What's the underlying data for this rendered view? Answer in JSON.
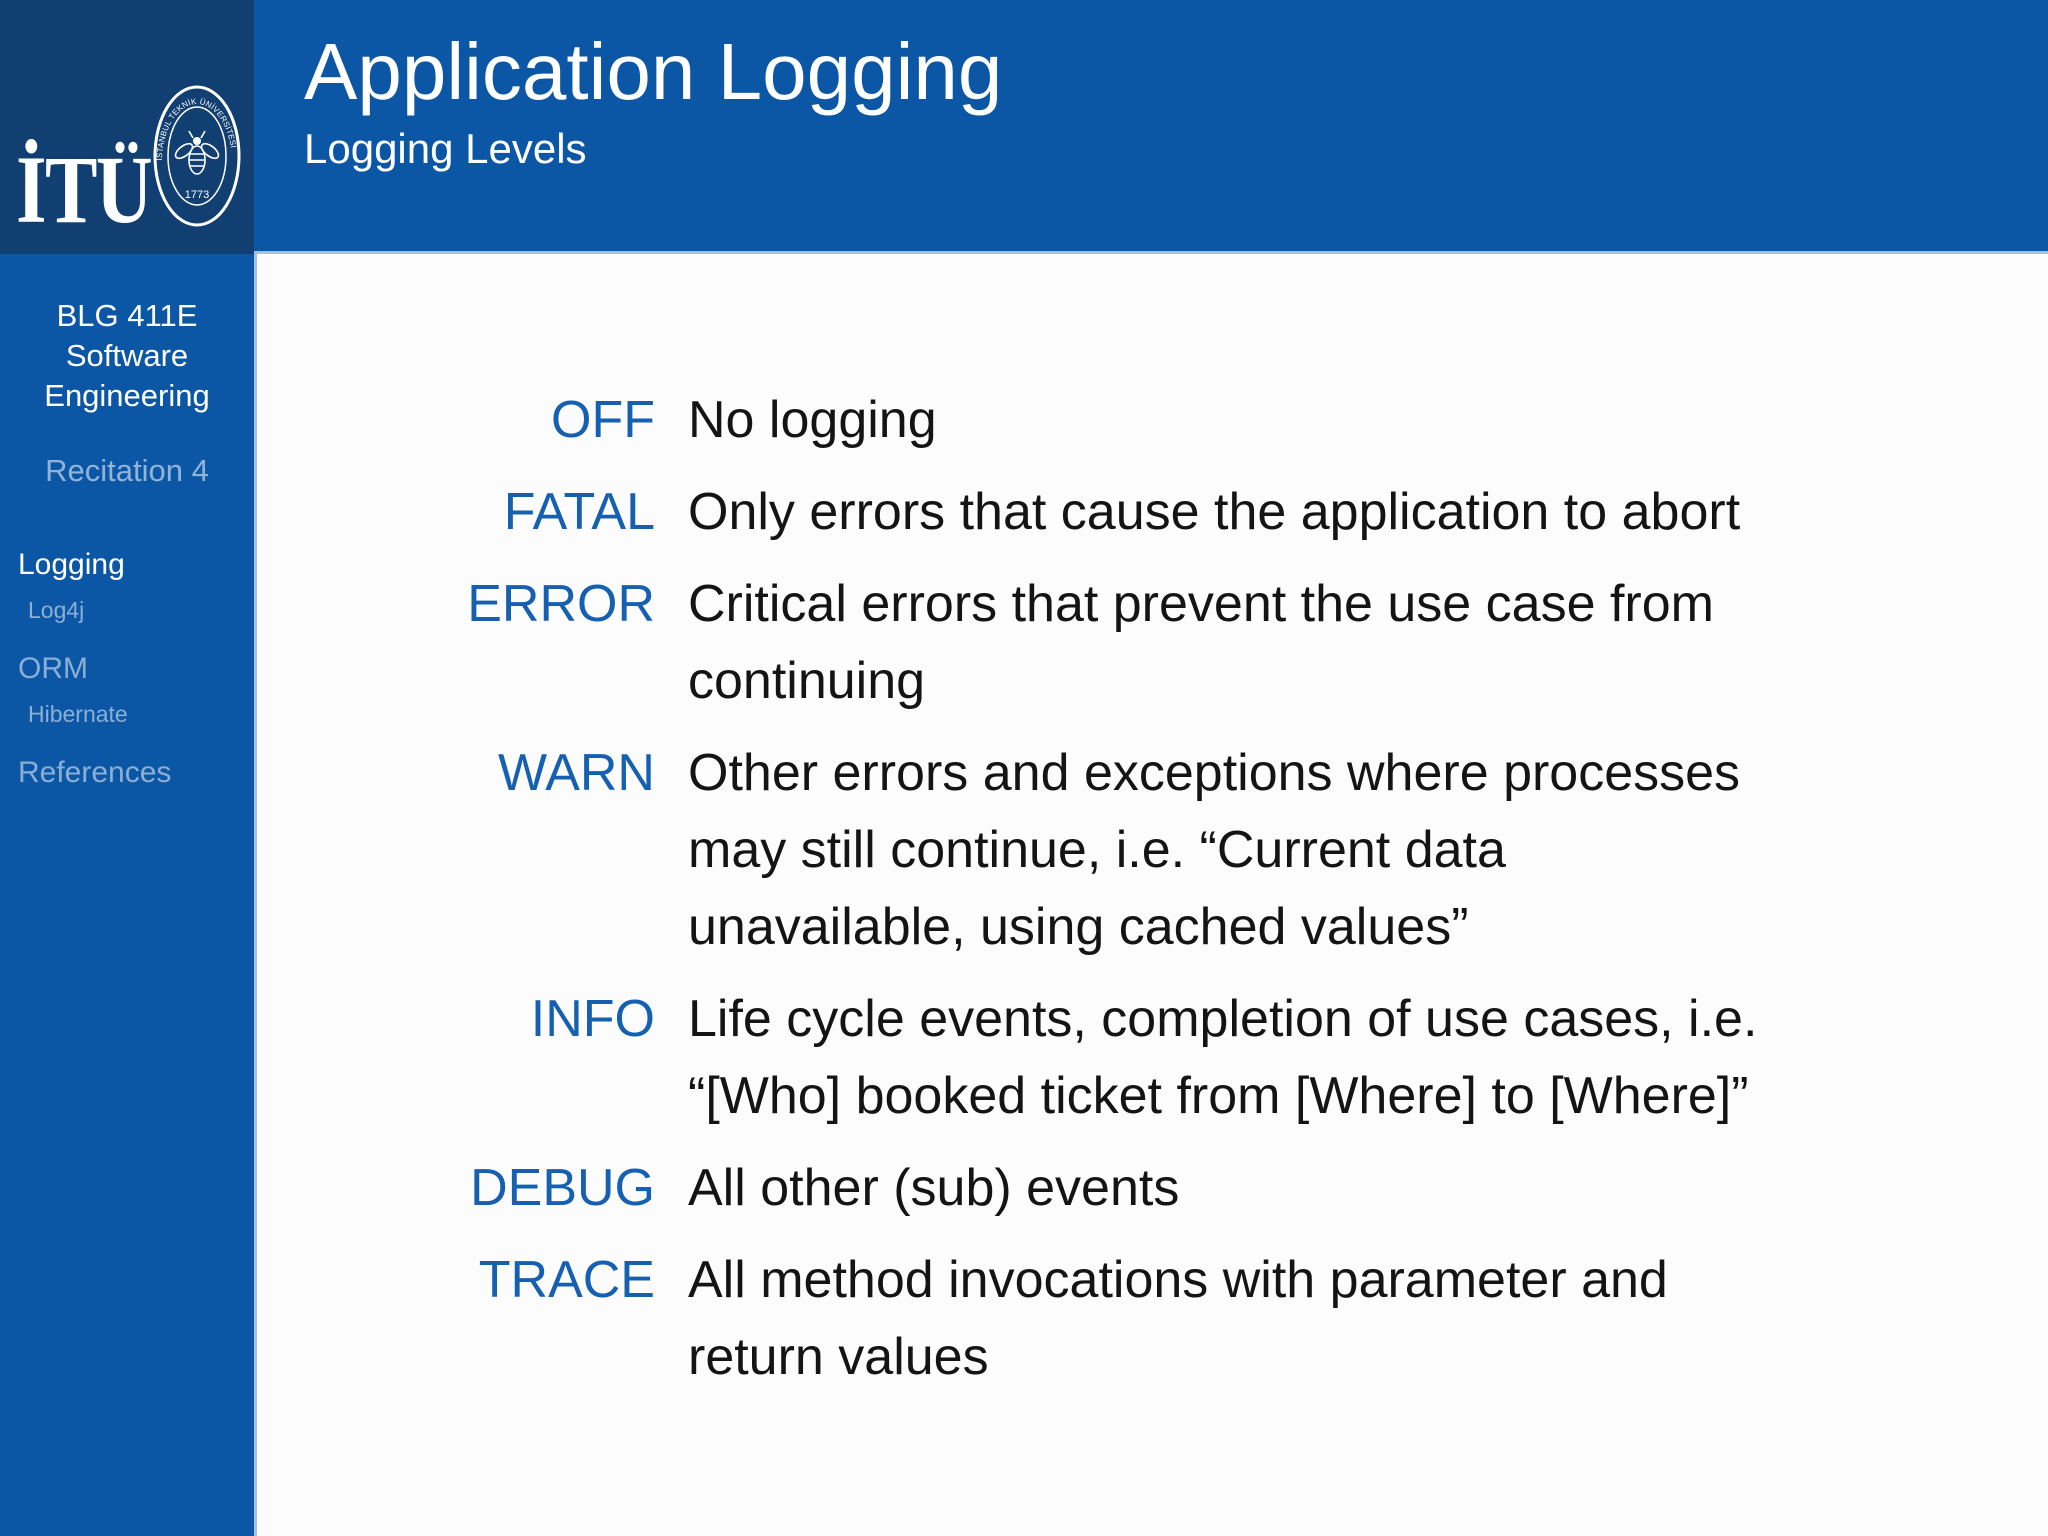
{
  "colors": {
    "header_blue": "#0b57a5",
    "logo_navy": "#123f72",
    "separator": "#9fc3e3",
    "term_blue": "#1560b0",
    "body_text": "#141414",
    "background": "#fcfcfc"
  },
  "logo": {
    "wordmark": "İTÜ",
    "seal_text": "İSTANBUL TEKNİK ÜNİVERSİTESİ",
    "seal_year": "1773"
  },
  "header": {
    "title": "Application Logging",
    "subtitle": "Logging Levels"
  },
  "sidebar": {
    "course_title": "BLG 411E Software Engineering",
    "recitation": "Recitation 4",
    "items": [
      {
        "label": "Logging",
        "level": "section",
        "state": "active"
      },
      {
        "label": "Log4j",
        "level": "sub",
        "state": "dim"
      },
      {
        "label": "ORM",
        "level": "section",
        "state": "dim"
      },
      {
        "label": "Hibernate",
        "level": "sub",
        "state": "dim"
      },
      {
        "label": "References",
        "level": "section",
        "state": "dim"
      }
    ]
  },
  "content": {
    "items": [
      {
        "term": "OFF",
        "lines": [
          "No logging"
        ]
      },
      {
        "term": "FATAL",
        "lines": [
          "Only errors that cause the application to abort"
        ]
      },
      {
        "term": "ERROR",
        "lines": [
          "Critical errors that prevent the use case from",
          "continuing"
        ]
      },
      {
        "term": "WARN",
        "lines": [
          "Other errors and exceptions where processes",
          "may still continue, i.e. “Current data",
          "unavailable, using cached values”"
        ]
      },
      {
        "term": "INFO",
        "lines": [
          "Life cycle events, completion of use cases, i.e.",
          "“[Who] booked ticket from [Where] to [Where]”"
        ]
      },
      {
        "term": "DEBUG",
        "lines": [
          "All other (sub) events"
        ]
      },
      {
        "term": "TRACE",
        "lines": [
          "All method invocations with parameter and",
          "return values"
        ]
      }
    ]
  }
}
